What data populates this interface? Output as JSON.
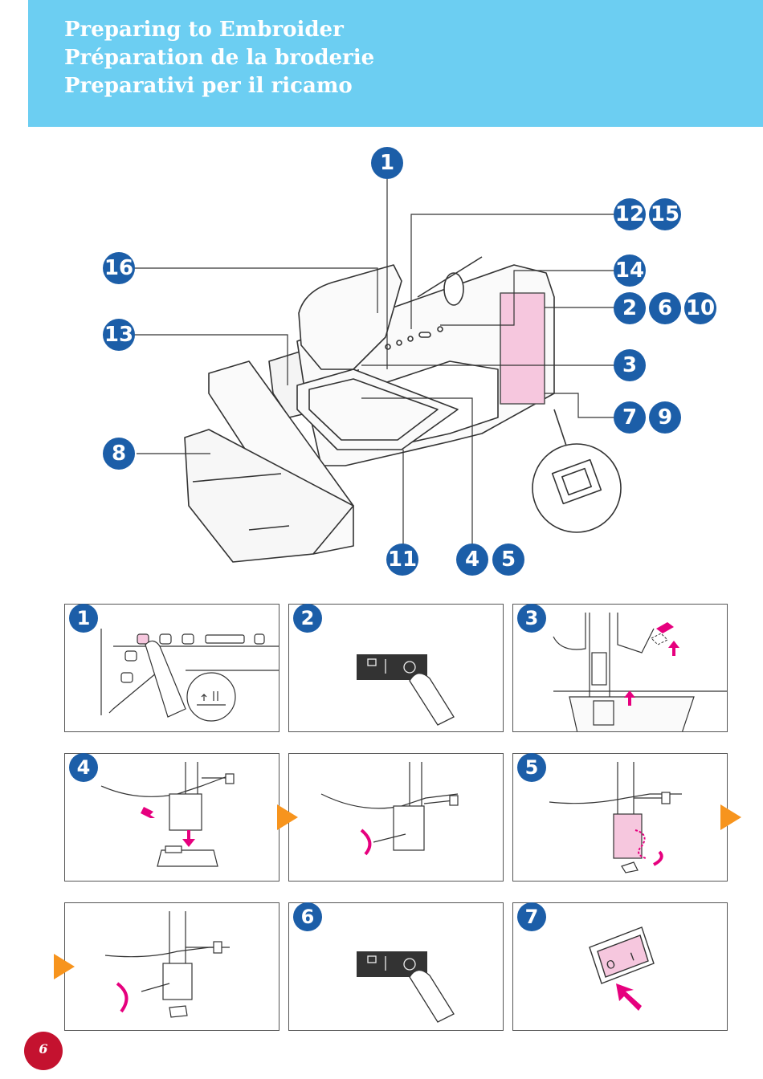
{
  "header": {
    "title_en": "Preparing to Embroider",
    "title_fr": "Préparation de la broderie",
    "title_it": "Preparativi per il ricamo"
  },
  "callouts": {
    "c1": "1",
    "c12": "12",
    "c15": "15",
    "c16": "16",
    "c14": "14",
    "c2": "2",
    "c6": "6",
    "c10": "10",
    "c13": "13",
    "c3": "3",
    "c7": "7",
    "c9": "9",
    "c8": "8",
    "c11": "11",
    "c4": "4",
    "c5": "5"
  },
  "steps": {
    "s1": "1",
    "s2": "2",
    "s3": "3",
    "s4": "4",
    "s5": "5",
    "s6": "6",
    "s7": "7"
  },
  "colors": {
    "header": "#6ccef2",
    "badge": "#1c5ea8",
    "accent": "#e6007e",
    "arrow": "#f7941d",
    "page_mark": "#c4122f"
  },
  "page": {
    "number": "6"
  }
}
